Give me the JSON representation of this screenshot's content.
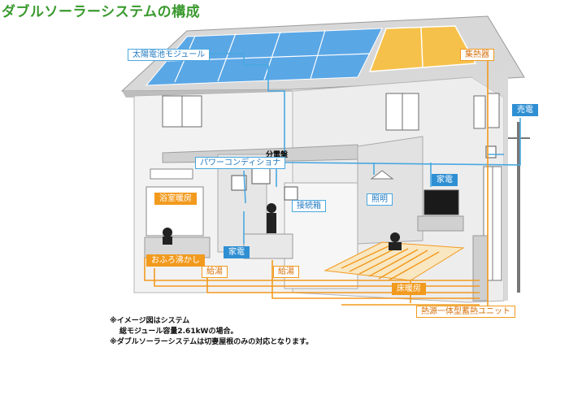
{
  "title": "ダブルソーラーシステムの構成",
  "labels": {
    "pv_module": "太陽電池モジュール",
    "collector": "集熱器",
    "sell": "売電",
    "distribution": "分電盤",
    "power_conditioner": "パワーコンディショナ",
    "bath_heater": "浴室暖房",
    "junction_box": "接続箱",
    "lighting": "照明",
    "appliance_right": "家電",
    "appliance_center": "家電",
    "bath_reheat": "おふろ沸かし",
    "hot_water_1": "給湯",
    "hot_water_2": "給湯",
    "floor_heating": "床暖房",
    "heat_unit": "熱源一体型蓄熱ユニット"
  },
  "notes": [
    "※イメージ図はシステム",
    "総モジュール容量2.61kWの場合。",
    "※ダブルソーラーシステムは切妻屋根のみの対応となります。"
  ],
  "colors": {
    "title": "#3a9a2e",
    "blue_line": "#4aa8e0",
    "orange_line": "#f29a1e",
    "panel": "#5aa7e6"
  }
}
